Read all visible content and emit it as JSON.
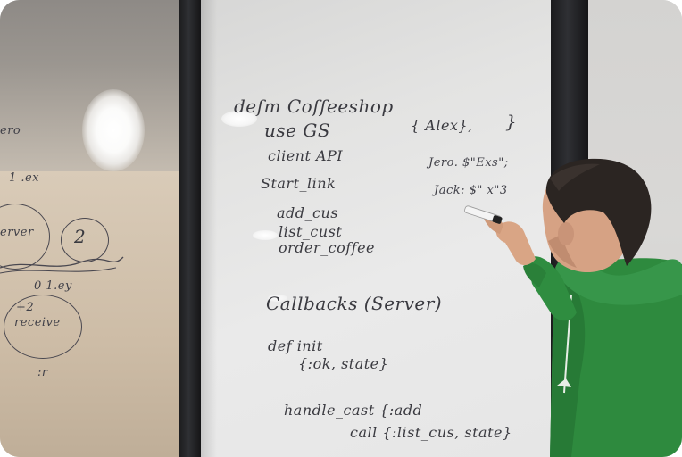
{
  "left_board": {
    "lines": [
      "ero",
      "1 .ex",
      "erver",
      "2",
      "0  1.ey",
      "+2",
      "receive",
      ":r"
    ]
  },
  "main_board": {
    "lines": [
      "defm Coffeeshop",
      "use GS",
      "client API",
      "Start_link",
      "add_cus",
      "list_cust",
      "order_coffee",
      "Callbacks (Server)",
      "def init",
      "{:ok, state}",
      "handle_cast {:add",
      "call {:list_cus, state}"
    ],
    "right_notes": [
      "{ Alex},",
      "}",
      "Jero. $\"Exs\";",
      "Jack: $\"  x\"3"
    ]
  },
  "colors": {
    "hoodie": "#2e8a3e",
    "marker_ink": "#3a3a40",
    "frame": "#1f2023"
  },
  "icons": [
    "whiteboard-marker-icon"
  ]
}
